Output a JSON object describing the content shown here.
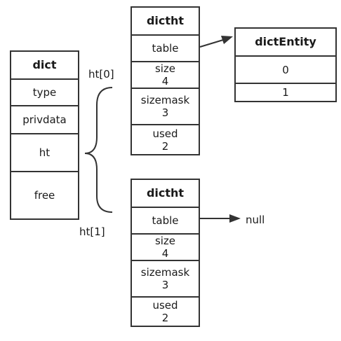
{
  "dict": {
    "title": "dict",
    "fields": [
      "type",
      "privdata",
      "ht",
      "free"
    ]
  },
  "ht_labels": {
    "ht0": "ht[0]",
    "ht1": "ht[1]"
  },
  "dictht0": {
    "title": "dictht",
    "table": "table",
    "size_label": "size",
    "size_value": "4",
    "sizemask_label": "sizemask",
    "sizemask_value": "3",
    "used_label": "used",
    "used_value": "2"
  },
  "dictht1": {
    "title": "dictht",
    "table": "table",
    "size_label": "size",
    "size_value": "4",
    "sizemask_label": "sizemask",
    "sizemask_value": "3",
    "used_label": "used",
    "used_value": "2"
  },
  "dictEntity": {
    "title": "dictEntity",
    "items": [
      "0",
      "1"
    ]
  },
  "null_label": "null",
  "colors": {
    "stroke": "#333333",
    "background": "#ffffff"
  }
}
